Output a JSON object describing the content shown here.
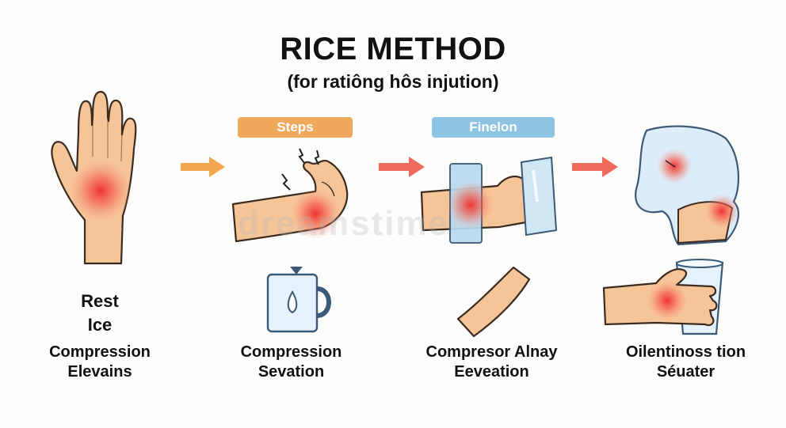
{
  "title": "RICE METHOD",
  "subtitle": "(for ratiông hôs injution)",
  "pills": {
    "steps": "Steps",
    "finelon": "Finelon"
  },
  "columns": [
    {
      "lines": [
        "Rest",
        "Ice",
        "Compression",
        "Elevains"
      ]
    },
    {
      "lines": [
        "Compression",
        "Sevation"
      ]
    },
    {
      "lines": [
        "Compresor Alnay",
        "Eeveation"
      ]
    },
    {
      "lines": [
        "Oilentinoss tion",
        "Séuater"
      ]
    }
  ],
  "watermark": "dreamstime",
  "colors": {
    "skin": "#f6c597",
    "skin_outline": "#3a2a20",
    "injury": "#ef3b3b",
    "arrow_orange": "#f2a64e",
    "arrow_red": "#ef6a5a",
    "pill_orange": "#f0a85a",
    "pill_blue": "#8dc4e4",
    "ice_blue": "#cfe6f5"
  },
  "icons": [
    "open-hand-icon",
    "arrow-right-icon",
    "injured-wrist-icon",
    "ice-pack-wrap-icon",
    "ice-bag-icon",
    "water-mug-icon",
    "forearm-icon",
    "hand-holding-cup-icon"
  ]
}
